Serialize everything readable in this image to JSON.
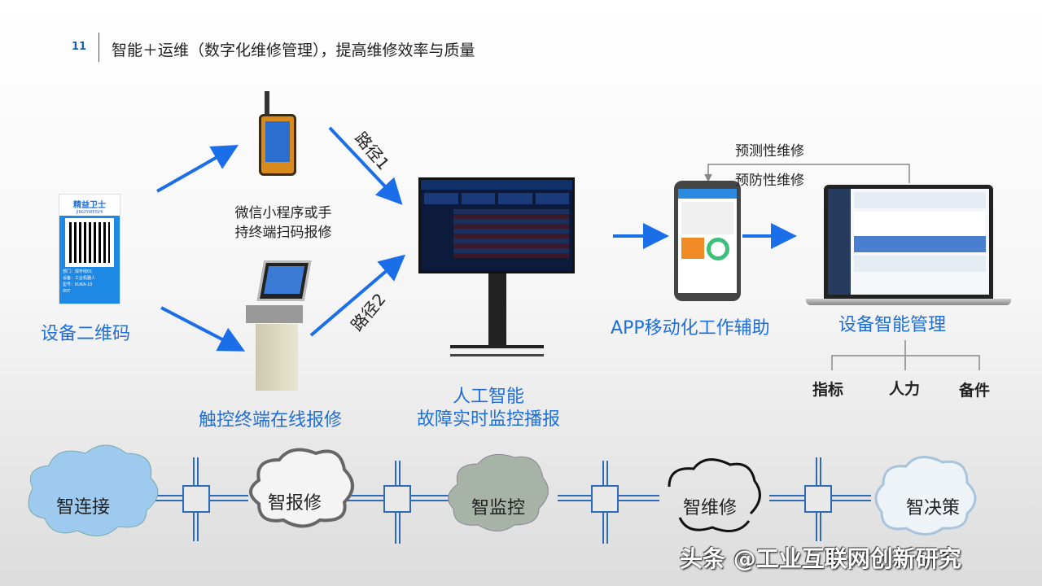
{
  "header": {
    "page_number": "11",
    "title": "智能＋运维（数字化维修管理），提高维修效率与质量"
  },
  "qr_card": {
    "brand": "精益卫士",
    "brand_en": "JINGYIWEISHI",
    "lines": [
      "部门：焊杆线01",
      "设备：工业机器人",
      "型号：KUKA-10",
      "00T"
    ]
  },
  "labels": {
    "qr": "设备二维码",
    "wechat": [
      "微信小程序或手",
      "持终端扫码报修"
    ],
    "kiosk": "触控终端在线报修",
    "path1": "路径1",
    "path2": "路径2",
    "ai": [
      "人工智能",
      "故障实时监控播报"
    ],
    "app": "APP移动化工作辅助",
    "mgmt": "设备智能管理",
    "predictive": "预测性维修",
    "preventive": "预防性维修",
    "tree": [
      "指标",
      "人力",
      "备件"
    ]
  },
  "clouds": [
    "智连接",
    "智报修",
    "智监控",
    "智维修",
    "智决策"
  ],
  "watermark": "头条 @工业互联网创新研究",
  "colors": {
    "accent": "#1f6fd8",
    "arrow": "#1a6ee8",
    "connector": "#2e6ab5"
  }
}
